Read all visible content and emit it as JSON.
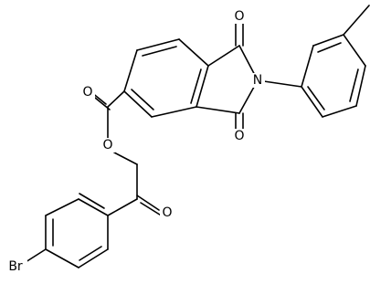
{
  "labels": {
    "o_imide_top": "O",
    "n_imide": "N",
    "o_imide_bottom": "O",
    "o_ester_carbonyl": "O",
    "o_ester_link": "O",
    "o_ketone": "O",
    "br": "Br"
  },
  "colors": {
    "bond": "#000000",
    "background": "#ffffff"
  }
}
